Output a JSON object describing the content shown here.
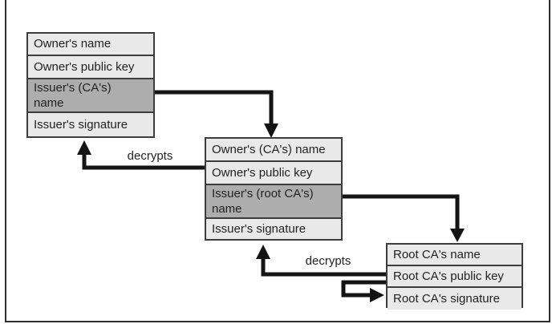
{
  "boxes": [
    {
      "name": "owner-certificate",
      "rows": [
        {
          "label": "Owner's name",
          "highlighted": false
        },
        {
          "label": "Owner's public key",
          "highlighted": false
        },
        {
          "label": "Issuer's (CA's)\nname",
          "highlighted": true
        },
        {
          "label": "Issuer's signature",
          "highlighted": false
        }
      ]
    },
    {
      "name": "ca-certificate",
      "rows": [
        {
          "label": "Owner's (CA's) name",
          "highlighted": false
        },
        {
          "label": "Owner's public key",
          "highlighted": false
        },
        {
          "label": "Issuer's (root CA's)\nname",
          "highlighted": true
        },
        {
          "label": "Issuer's signature",
          "highlighted": false
        }
      ]
    },
    {
      "name": "root-ca-certificate",
      "rows": [
        {
          "label": "Root CA's name",
          "highlighted": false
        },
        {
          "label": "Root CA's public key",
          "highlighted": false
        },
        {
          "label": "Root CA's signature",
          "highlighted": false
        }
      ]
    }
  ],
  "labels": {
    "decrypts_left": "decrypts",
    "decrypts_right": "decrypts"
  },
  "colors": {
    "row_light": "#e9e9e9",
    "row_dark": "#adadad",
    "box_border": "#3d3d3d",
    "arrow": "#141414",
    "text": "#222222",
    "background": "#ffffff"
  }
}
